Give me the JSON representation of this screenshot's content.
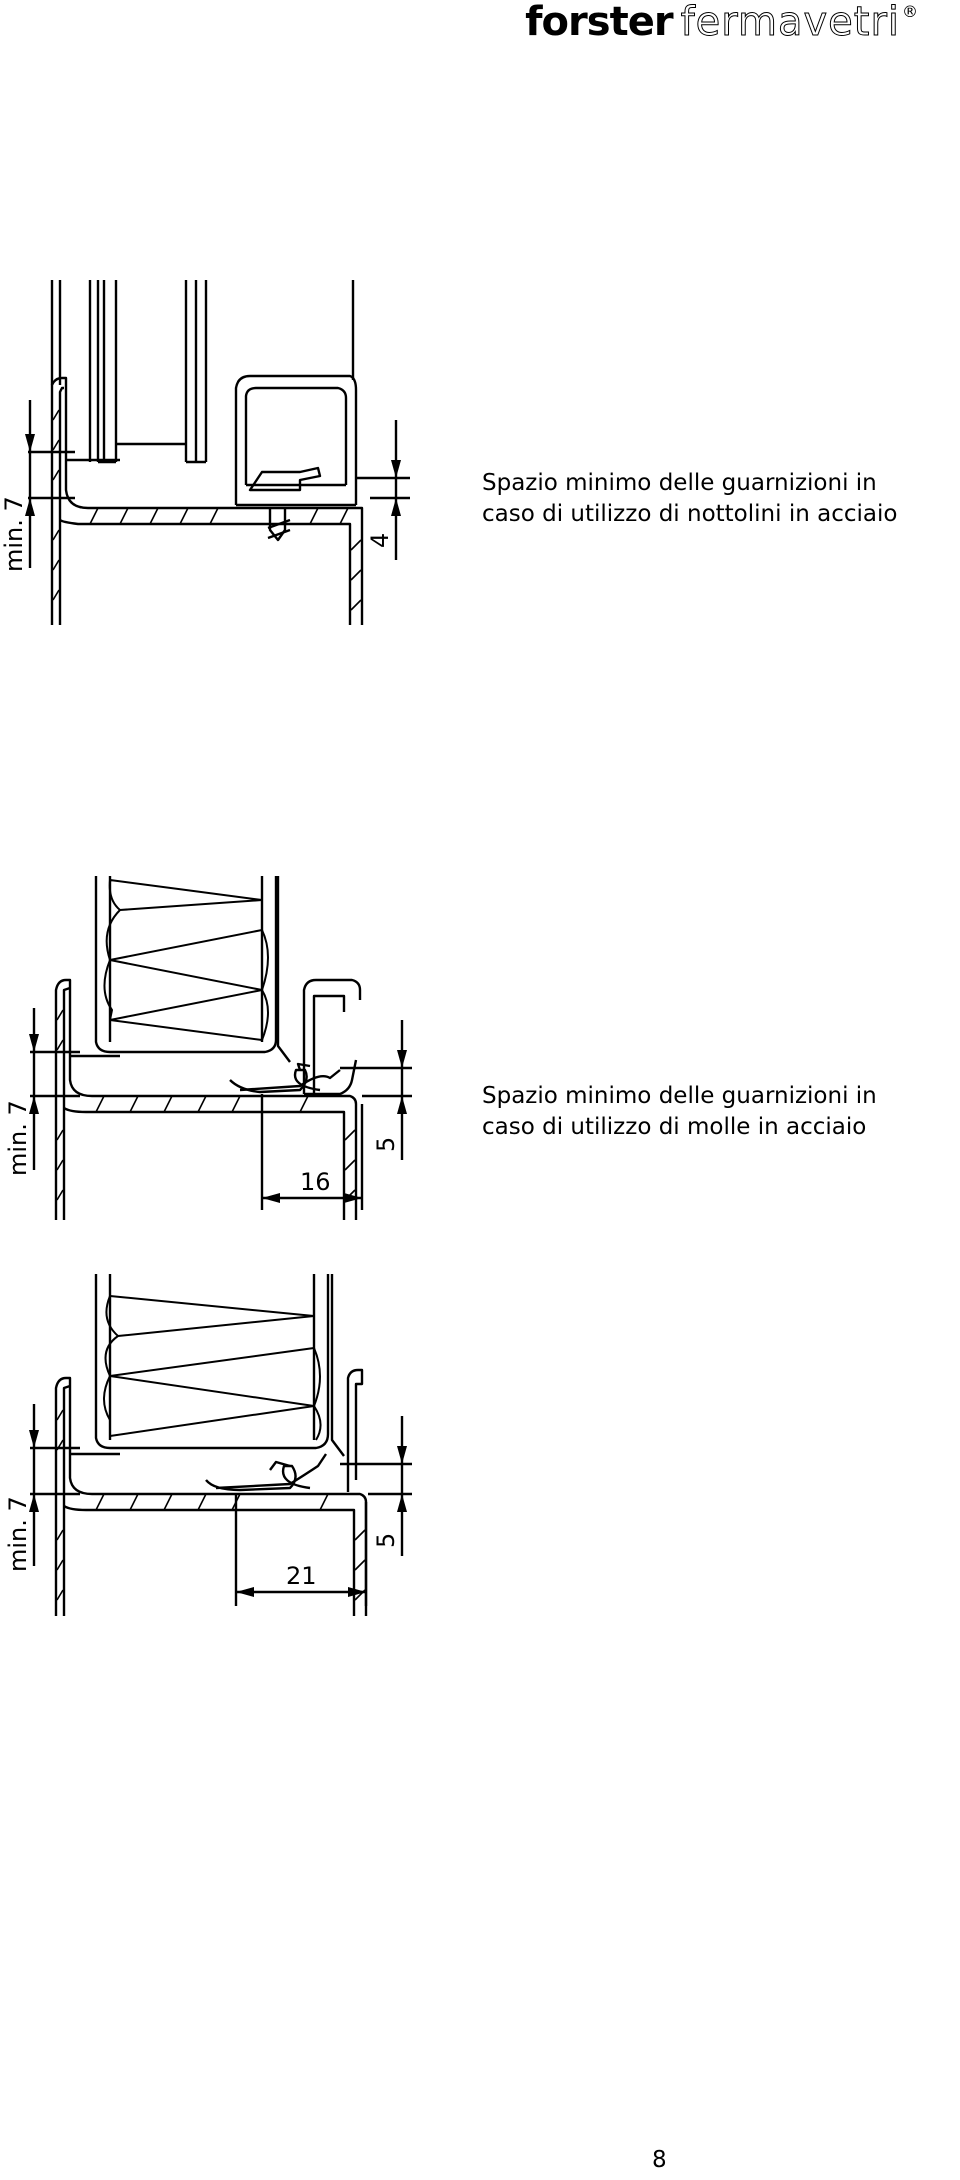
{
  "header": {
    "brand_bold": "forster",
    "brand_outline": "fermavetri",
    "registered": "®"
  },
  "figures": [
    {
      "caption_line1": "Spazio minimo delle guarnizioni in",
      "caption_line2": "caso di utilizzo di nottolini in acciaio",
      "dim_min": "min. 7",
      "dim_height": "4"
    },
    {
      "caption_line1": "Spazio minimo delle guarnizioni in",
      "caption_line2": "caso di utilizzo di molle in acciaio",
      "dim_min": "min. 7",
      "dim_height": "5",
      "dim_width": "16"
    },
    {
      "dim_min": "min. 7",
      "dim_height": "5",
      "dim_width": "21"
    }
  ],
  "page_number": "8"
}
